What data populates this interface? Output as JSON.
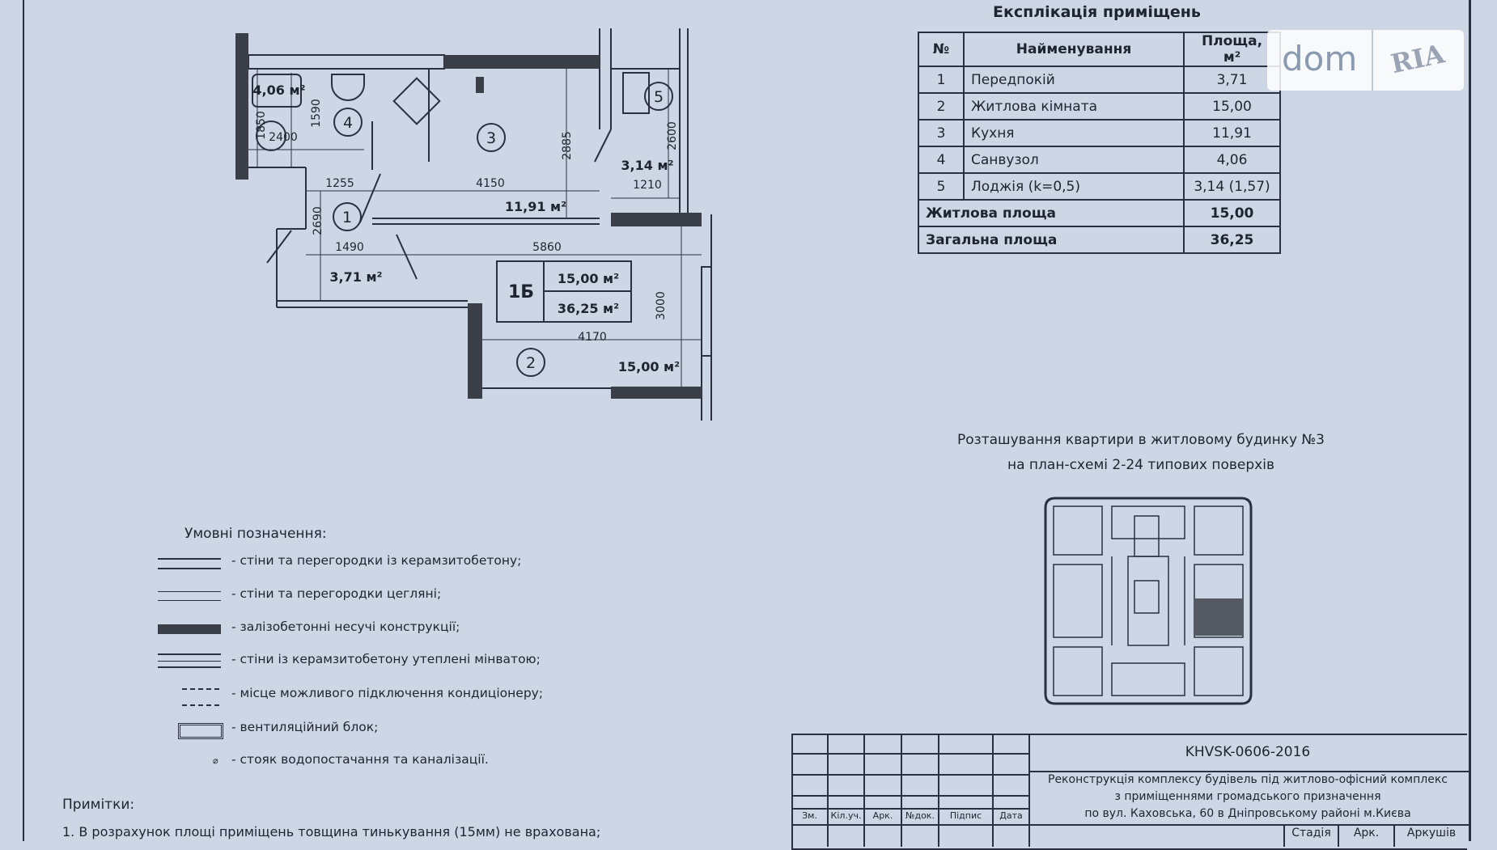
{
  "explication": {
    "title": "Експлікація приміщень",
    "headers": [
      "№",
      "Найменування",
      "Площа, м²"
    ],
    "rows": [
      {
        "no": "1",
        "name": "Передпокій",
        "area": "3,71"
      },
      {
        "no": "2",
        "name": "Житлова кімната",
        "area": "15,00"
      },
      {
        "no": "3",
        "name": "Кухня",
        "area": "11,91"
      },
      {
        "no": "4",
        "name": "Санвузол",
        "area": "4,06"
      },
      {
        "no": "5",
        "name": "Лоджія (k=0,5)",
        "area": "3,14 (1,57)"
      }
    ],
    "living_label": "Житлова площа",
    "living_value": "15,00",
    "total_label": "Загальна площа",
    "total_value": "36,25"
  },
  "watermark": {
    "dom": "dom",
    "ria": "RIA"
  },
  "plan": {
    "apartment": "1Б",
    "living_area": "15,00 м²",
    "total_area": "36,25 м²",
    "rooms": [
      {
        "num": "1",
        "area": "3,71 м²"
      },
      {
        "num": "2",
        "area": "15,00 м²"
      },
      {
        "num": "3",
        "area": "11,91 м²"
      },
      {
        "num": "4",
        "area": "4,06 м²"
      },
      {
        "num": "5",
        "area": "3,14 м²"
      }
    ],
    "dims": {
      "d1850": "1850",
      "d1590": "1590",
      "d2400": "2400",
      "d2885": "2885",
      "d2600": "2600",
      "d1210": "1210",
      "d1255": "1255",
      "d4150": "4150",
      "d2690": "2690",
      "d1490": "1490",
      "d5860": "5860",
      "d3000": "3000",
      "d4170": "4170"
    }
  },
  "location": {
    "line1": "Розташування квартири в житловому будинку №3",
    "line2": "на план-схемі 2-24 типових поверхів"
  },
  "legend": {
    "title": "Умовні позначення:",
    "items": [
      "- стіни та перегородки із керамзитобетону;",
      "- стіни та перегородки цегляні;",
      "- залізобетонні несучі конструкції;",
      "- стіни із керамзитобетону утеплені мінватою;",
      "- місце можливого підключення кондиціонеру;",
      "- вентиляційний блок;",
      "- стояк водопостачання та каналізації."
    ]
  },
  "notes": {
    "title": "Примітки:",
    "items": [
      "1. В розрахунок площі приміщень товщина тинькування (15мм) не врахована;"
    ]
  },
  "title_block": {
    "code": "KHVSK-0606-2016",
    "desc1": "Реконструкція комплексу будівель під житлово-офісний комплекс",
    "desc2": "з приміщеннями громадського призначення",
    "desc3": "по вул. Каховська, 60 в Дніпровському районі м.Києва",
    "cols": [
      "Зм.",
      "Кіл.уч.",
      "Арк.",
      "№док.",
      "Підпис",
      "Дата"
    ],
    "stage_cols": [
      "Стадія",
      "Арк.",
      "Аркушів"
    ]
  },
  "colors": {
    "paper": "#cdd6e5",
    "ink": "#1e2430",
    "concrete": "#3a3f48",
    "highlight": "#555a62"
  }
}
